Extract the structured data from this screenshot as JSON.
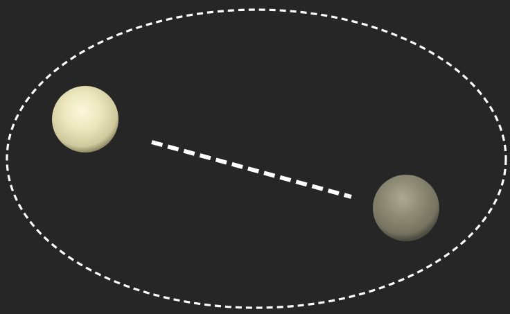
{
  "colors": {
    "background": "#262626",
    "outline": "#ffffff",
    "sphere_bright": [
      "#fbf8dc",
      "#ece7bd",
      "#cfc99d",
      "#8f8a63"
    ],
    "sphere_dim": [
      "#aba994",
      "#8e8b75",
      "#75725f",
      "#4f4d40"
    ]
  },
  "shapes": {
    "boundary": {
      "shape": "ellipse",
      "stroke": "dashed"
    },
    "connector": {
      "shape": "line",
      "stroke": "dashed"
    },
    "spheres": [
      {
        "name": "bright-sphere",
        "shade": "light"
      },
      {
        "name": "dim-sphere",
        "shade": "dark"
      }
    ]
  }
}
